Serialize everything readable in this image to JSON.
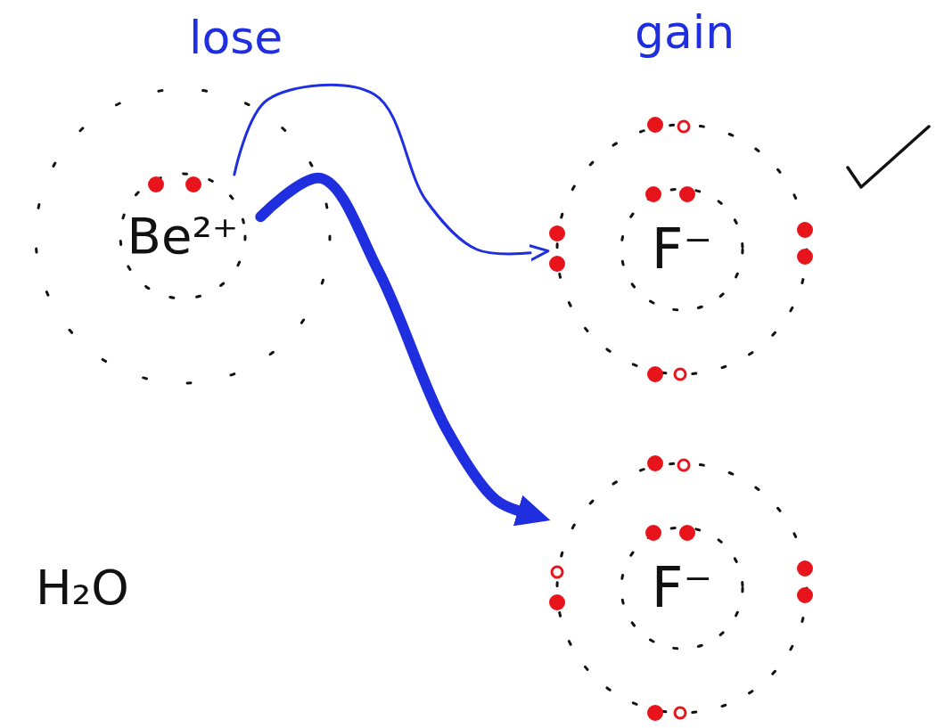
{
  "diagram": {
    "nodes": [
      {
        "text": [
          "Be²⁺"
        ]
      },
      {
        "text": [
          "F⁻"
        ]
      },
      {
        "text": [
          "F⁻"
        ]
      }
    ],
    "edges": [
      {
        "from": 0,
        "to": 1,
        "arrow": "to"
      },
      {
        "from": 0,
        "to": 2,
        "arrow": "to"
      }
    ],
    "labels": [
      "lose",
      "gain",
      "H₂O"
    ]
  }
}
